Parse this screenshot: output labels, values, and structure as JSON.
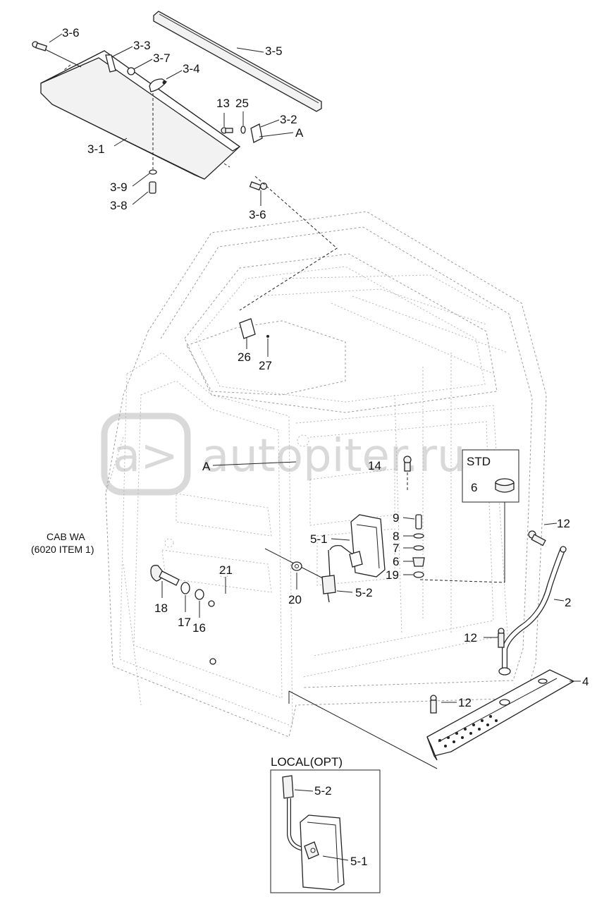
{
  "watermark": {
    "text": "autopiter.ru",
    "logo_glyph": "a>"
  },
  "cab_note": {
    "line1": "CAB WA",
    "line2": "(6020 ITEM 1)"
  },
  "boxes": {
    "std": "STD",
    "local": "LOCAL(OPT)"
  },
  "callouts": {
    "c3_6_top": "3-6",
    "c3_3": "3-3",
    "c3_7": "3-7",
    "c3_4": "3-4",
    "c3_5": "3-5",
    "c13": "13",
    "c25": "25",
    "c3_2": "3-2",
    "cA_top": "A",
    "c3_1": "3-1",
    "c3_9": "3-9",
    "c3_8": "3-8",
    "c3_6_bottom": "3-6",
    "c26": "26",
    "c27": "27",
    "cA_mid": "A",
    "c14": "14",
    "c6_std": "6",
    "c12_top": "12",
    "c9": "9",
    "c8": "8",
    "c7": "7",
    "c6": "6",
    "c19": "19",
    "c5_1": "5-1",
    "c5_2": "5-2",
    "c20": "20",
    "c21": "21",
    "c18": "18",
    "c17": "17",
    "c16": "16",
    "c2": "2",
    "c12_mid": "12",
    "c4": "4",
    "c12_low": "12",
    "c5_2_local": "5-2",
    "c5_1_local": "5-1"
  }
}
